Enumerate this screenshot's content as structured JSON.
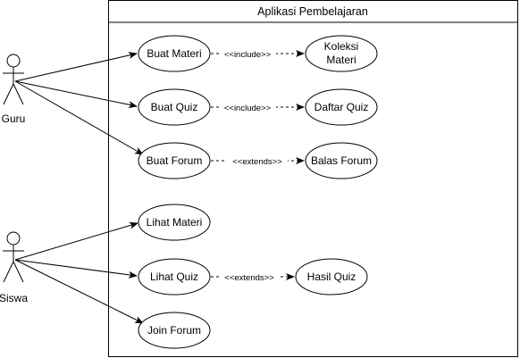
{
  "system": {
    "title": "Aplikasi Pembelajaran"
  },
  "actors": [
    {
      "id": "guru",
      "label": "Guru"
    },
    {
      "id": "siswa",
      "label": "Siswa"
    }
  ],
  "use_cases": {
    "buat_materi": "Buat Materi",
    "koleksi_materi_line1": "Koleksi",
    "koleksi_materi_line2": "Materi",
    "buat_quiz": "Buat Quiz",
    "daftar_quiz": "Daftar Quiz",
    "buat_forum": "Buat Forum",
    "balas_forum": "Balas Forum",
    "lihat_materi": "Lihat Materi",
    "lihat_quiz": "Lihat Quiz",
    "hasil_quiz": "Hasil Quiz",
    "join_forum": "Join Forum"
  },
  "relations": {
    "include_1": "<<include>>",
    "include_2": "<<include>>",
    "extends_1": "<<extends>>",
    "extends_2": "<<extends>>"
  },
  "colors": {
    "stroke": "#000000",
    "fill": "#ffffff"
  }
}
